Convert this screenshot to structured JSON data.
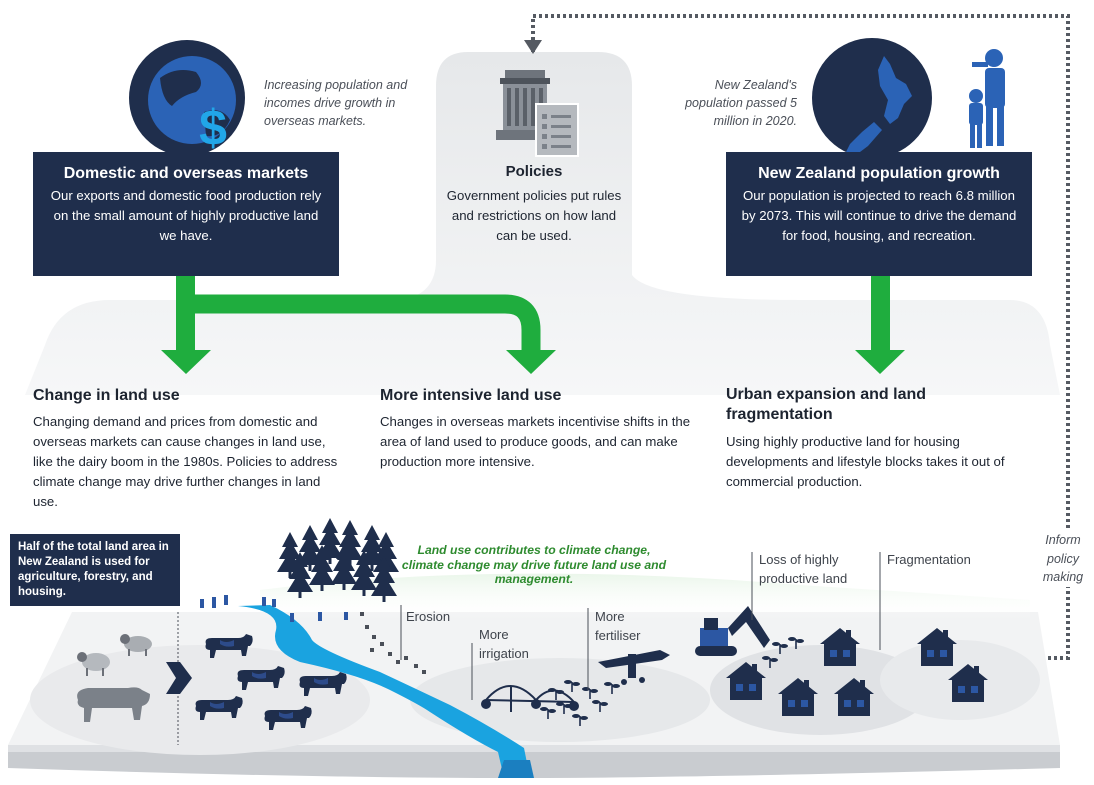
{
  "markets": {
    "note": "Increasing population and incomes drive growth in overseas markets.",
    "title": "Domestic and overseas markets",
    "text": "Our exports and domestic food production rely on the small amount of highly productive land we have."
  },
  "policies": {
    "title": "Policies",
    "text": "Government policies put rules and restrictions on how land can be used."
  },
  "population": {
    "note": "New Zealand's population passed 5 million in 2020.",
    "title": "New Zealand population growth",
    "text": "Our population is projected to reach 6.8 million by 2073. This will continue to drive the demand for food, housing, and recreation."
  },
  "change": {
    "title": "Change in land use",
    "text": "Changing demand and prices from domestic and overseas markets can cause changes in land use, like the dairy boom in the 1980s. Policies to address climate change may drive further changes in land use."
  },
  "intensive": {
    "title": "More intensive land use",
    "text": "Changes in overseas markets incentivise shifts in the area of land used to produce goods, and can make production more intensive."
  },
  "urban": {
    "title": "Urban expansion and land fragmentation",
    "text": "Using highly productive land for housing developments and lifestyle blocks takes it out of commercial production."
  },
  "landscape": {
    "half_land": "Half of the total land area in New Zealand is used for agriculture, forestry, and housing.",
    "climate": "Land use contributes to climate change, climate change may drive future land use and management.",
    "erosion": "Erosion",
    "irrigation": "More irrigation",
    "fertiliser": "More fertiliser",
    "loss": "Loss of highly productive land",
    "fragmentation": "Fragmentation",
    "inform": "Inform policy making"
  },
  "colors": {
    "navy": "#1f2e4c",
    "green_arrow": "#1fad3e",
    "river": "#1aa3e0",
    "green_text": "#2e8b2f"
  },
  "icons": [
    "globe-dollar-icon",
    "parliament-building-icon",
    "document-icon",
    "nz-map-icon",
    "family-icon",
    "tree-icon",
    "cow-icon",
    "sheep-icon",
    "house-icon",
    "excavator-icon",
    "irrigator-icon",
    "plane-icon"
  ]
}
